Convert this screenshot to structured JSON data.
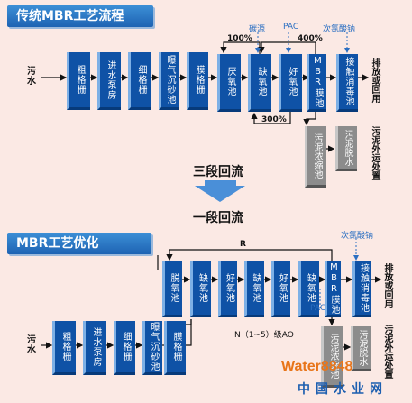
{
  "section1": {
    "title": "传统MBR工艺流程",
    "inlet": "污水",
    "boxes": [
      "粗格栅",
      "进水泵房",
      "细格栅",
      "曝气沉砂池",
      "膜格栅",
      "厌氧池",
      "缺氧池",
      "好氧池",
      "MBR膜池",
      "接触消毒池"
    ],
    "sludge_boxes": [
      "污泥浓缩池",
      "污泥脱水"
    ],
    "outlet": "排放或回用",
    "sludge_outlet": "污泥外运处置",
    "labels": {
      "carbon": "碳源",
      "pac": "PAC",
      "naclo": "次氯酸钠",
      "r100": "100%",
      "r400": "400%",
      "r300": "300%"
    }
  },
  "middle": {
    "three_stage": "三段回流",
    "one_stage": "一段回流"
  },
  "section2": {
    "title": "MBR工艺优化",
    "inlet": "污水",
    "pre_boxes": [
      "粗格栅",
      "进水泵房",
      "细格栅",
      "曝气沉砂池",
      "膜格栅"
    ],
    "top_boxes": [
      "脱氧池",
      "缺氧池",
      "好氧池",
      "缺氧池",
      "好氧池",
      "缺氧池",
      "MBR膜池",
      "接触消毒池"
    ],
    "sludge_boxes": [
      "污泥浓缩池",
      "污泥脱水"
    ],
    "outlet": "排放或回用",
    "sludge_outlet": "污泥外运处置",
    "labels": {
      "r": "R",
      "pac": "PAC",
      "naclo": "次氯酸钠",
      "n_note": "N（1~5）级AO"
    }
  },
  "watermark": {
    "brand": "Water8848",
    "sub": "中国水业网"
  }
}
